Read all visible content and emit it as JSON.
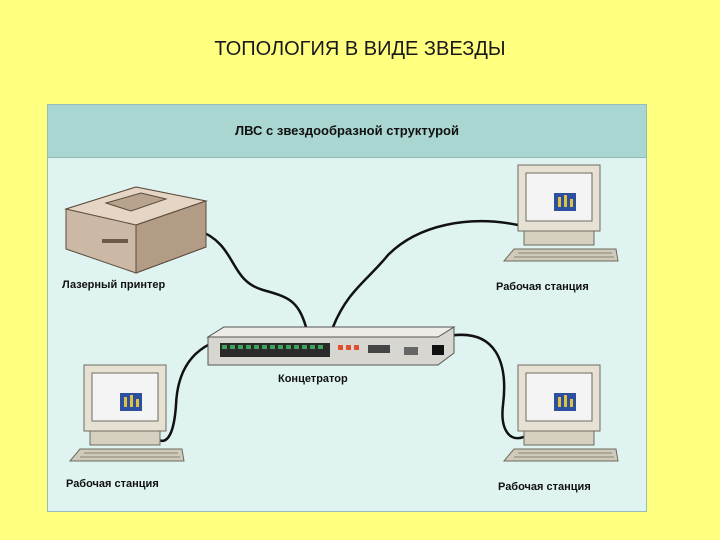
{
  "slide": {
    "title": "ТОПОЛОГИЯ В ВИДЕ ЗВЕЗДЫ"
  },
  "diagram": {
    "header": "ЛВС с звездообразной структурой",
    "labels": {
      "printer": "Лазерный принтер",
      "hub": "Концетратор",
      "ws_top_right": "Рабочая станция",
      "ws_bottom_left": "Рабочая станция",
      "ws_bottom_right": "Рабочая станция"
    }
  },
  "colors": {
    "background": "#ffff80",
    "panel": "#dff4f1",
    "panel_header": "#a9d6d1",
    "cable": "#111111",
    "device": "#e6e1d2"
  },
  "icons": [
    "laser-printer-icon",
    "hub-icon",
    "workstation-icon"
  ]
}
